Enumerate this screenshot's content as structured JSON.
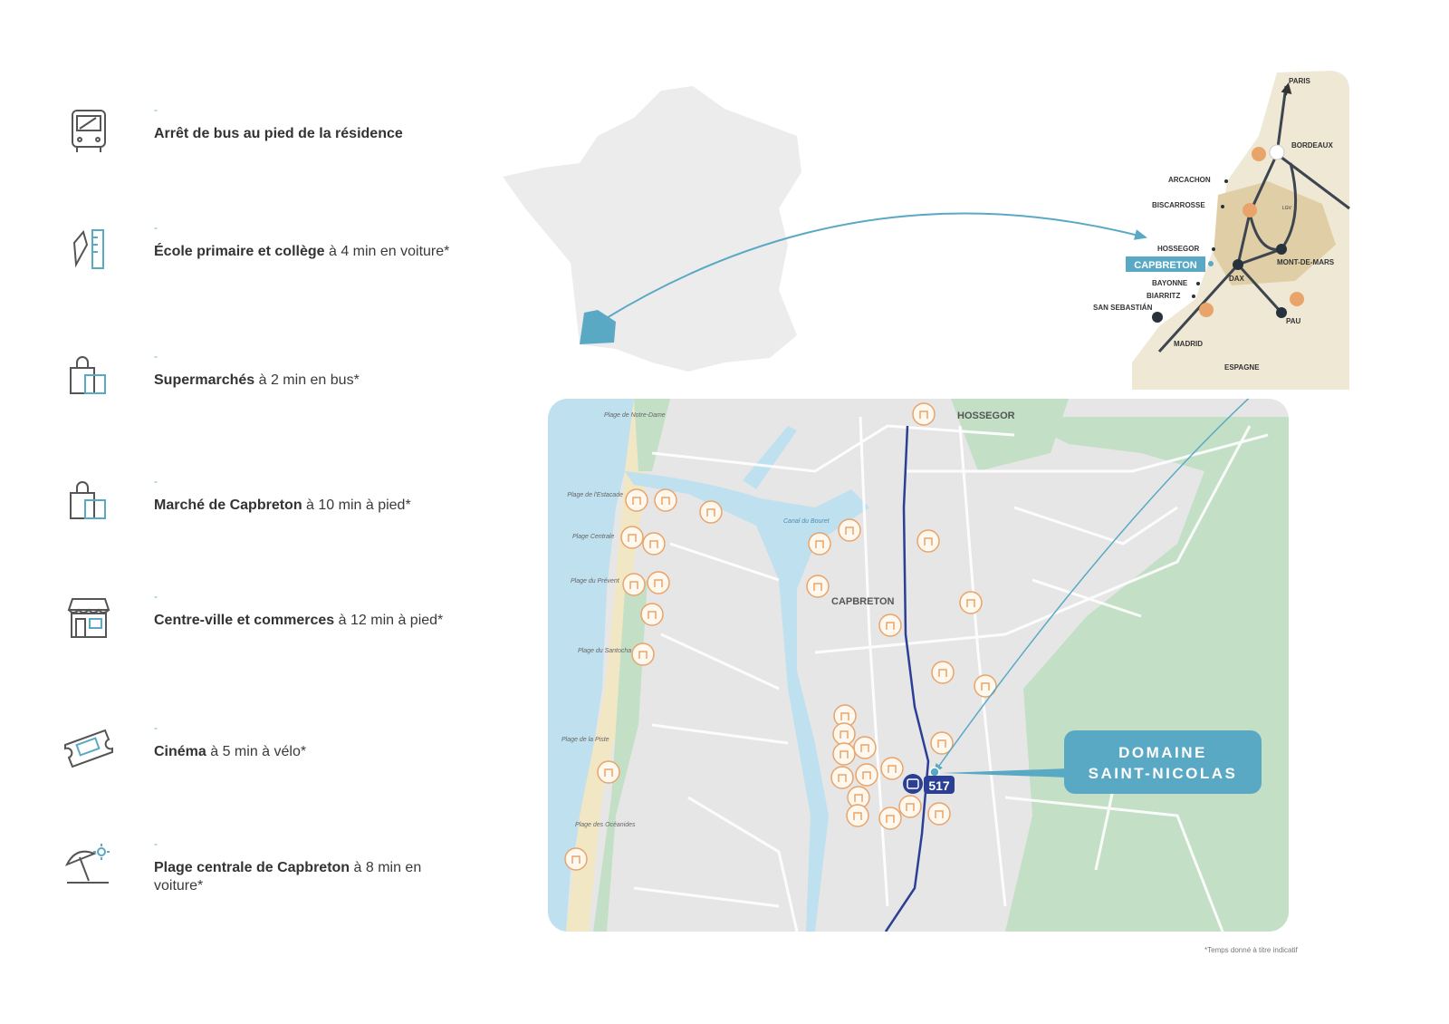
{
  "amenities": [
    {
      "icon": "bus-icon",
      "bold": "Arrêt de bus au pied de la résidence",
      "rest": ""
    },
    {
      "icon": "pencil-ruler-icon",
      "bold": "École primaire et collège",
      "rest": " à 4 min en voiture*"
    },
    {
      "icon": "shopping-bag-icon",
      "bold": "Supermarchés",
      "rest": " à 2 min en bus*"
    },
    {
      "icon": "shopping-bag-icon",
      "bold": "Marché de Capbreton",
      "rest": " à 10 min à pied*"
    },
    {
      "icon": "shop-icon",
      "bold": "Centre-ville et commerces",
      "rest": " à 12 min à pied*"
    },
    {
      "icon": "cinema-ticket-icon",
      "bold": "Cinéma",
      "rest": " à 5 min à vélo*"
    },
    {
      "icon": "beach-umbrella-icon",
      "bold": "Plage centrale de Capbreton",
      "rest": " à 8 min en voiture*"
    }
  ],
  "dash": "-",
  "region": {
    "paris": "PARIS",
    "bordeaux": "BORDEAUX",
    "arcachon": "ARCACHON",
    "biscarrosse": "BISCARROSSE",
    "hossegor": "HOSSEGOR",
    "capbreton": "CAPBRETON",
    "bayonne": "BAYONNE",
    "biarritz": "BIARRITZ",
    "san_sebastian": "SAN SEBASTIÁN",
    "madrid": "MADRID",
    "espagne": "ESPAGNE",
    "dax": "DAX",
    "mont_de_marsan": "MONT-DE-MARS",
    "pau": "PAU",
    "lgv": "LGV"
  },
  "town": {
    "hossegor": "HOSSEGOR",
    "capbreton": "CAPBRETON",
    "beaches": [
      "Plage de Notre-Dame",
      "Plage de l'Estacade",
      "Plage Centrale",
      "Plage du Prévent",
      "Plage du Santocha",
      "Plage de la Piste",
      "Plage des Océanides"
    ],
    "canal": "Canal du Bouret",
    "bus_line": "517",
    "residence_line1": "DOMAINE",
    "residence_line2": "SAINT-NICOLAS"
  },
  "colors": {
    "teal": "#5aa9c4",
    "orange": "#e8a46a",
    "bus": "#2b3f95",
    "sea": "#bfe0ef",
    "green": "#c3e0c6",
    "land": "#e6e6e6"
  },
  "footnote": "*Temps donné à titre indicatif"
}
